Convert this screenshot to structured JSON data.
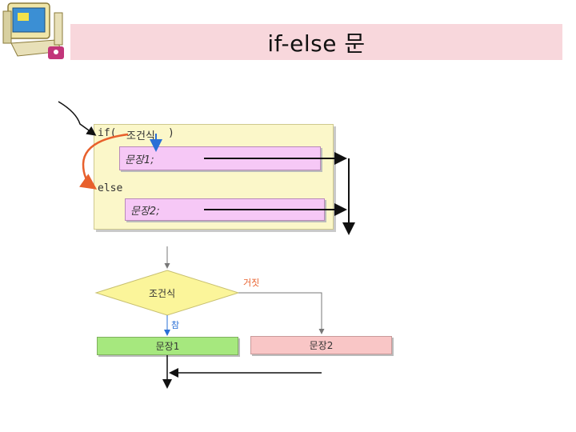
{
  "title": "if-else 문",
  "code": {
    "if_keyword": "if(",
    "condition": "조건식",
    "close_paren": ")",
    "statement1": "문장1;",
    "else_keyword": "else",
    "statement2": "문장2;"
  },
  "flowchart": {
    "condition": "조건식",
    "true_label": "참",
    "false_label": "거짓",
    "statement1": "문장1",
    "statement2": "문장2"
  },
  "colors": {
    "title_bg": "#f8d7dc",
    "code_bg": "#fbf7c9",
    "statement_bg": "#f6c8f6",
    "diamond": "#fbf59a",
    "stmt1_box": "#a6e87e",
    "stmt2_box": "#f9c6c6",
    "orange_arrow": "#e8602c",
    "blue_arrow": "#2a6fd6"
  },
  "icons": [
    "computer-clipart-icon"
  ]
}
